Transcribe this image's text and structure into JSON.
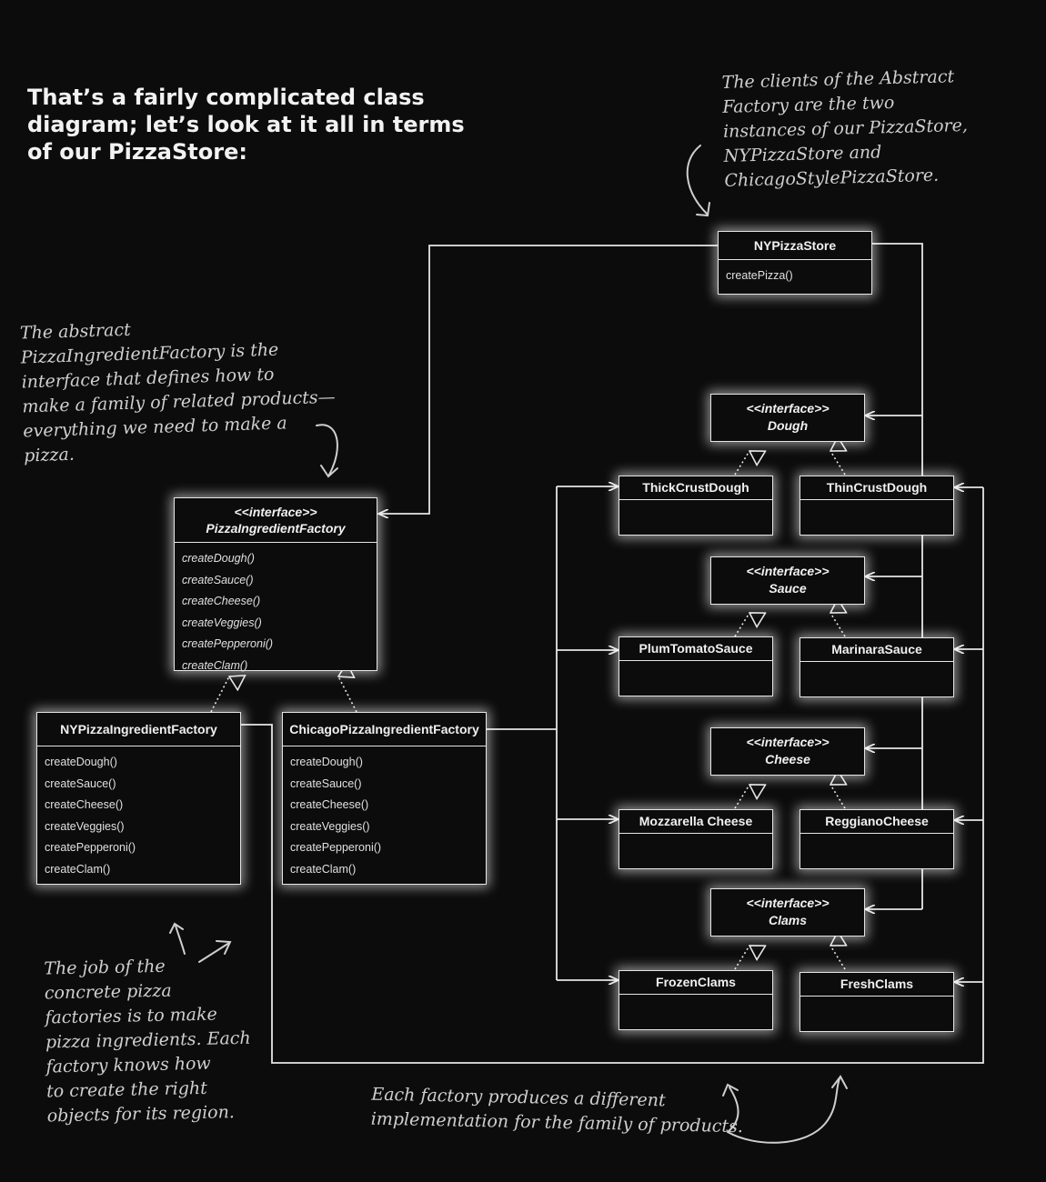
{
  "heading": "That’s a fairly complicated class diagram; let’s look at it all in terms of our PizzaStore:",
  "notes": {
    "clients": "The clients of the Abstract\nFactory are the two\ninstances of our PizzaStore,\nNYPizzaStore and\nChicagoStylePizzaStore.",
    "abstract": "The abstract\nPizzaIngredientFactory is the\ninterface that defines how to\nmake a family of related products—\neverything we need to make a pizza.",
    "concrete": "The job of the\nconcrete pizza\nfactories is to make\npizza ingredients. Each\nfactory knows how\nto create the right\nobjects for its region.",
    "each_factory": "Each factory produces a different\nimplementation for the family of products."
  },
  "store": {
    "name": "NYPizzaStore",
    "methods": [
      "createPizza()"
    ]
  },
  "abstract_factory": {
    "stereotype": "<<interface>>",
    "name": "PizzaIngredientFactory",
    "methods": [
      "createDough()",
      "createSauce()",
      "createCheese()",
      "createVeggies()",
      "createPepperoni()",
      "createClam()"
    ]
  },
  "ny_factory": {
    "name": "NYPizzaIngredientFactory",
    "methods": [
      "createDough()",
      "createSauce()",
      "createCheese()",
      "createVeggies()",
      "createPepperoni()",
      "createClam()"
    ]
  },
  "chicago_factory": {
    "name": "ChicagoPizzaIngredientFactory",
    "methods": [
      "createDough()",
      "createSauce()",
      "createCheese()",
      "createVeggies()",
      "createPepperoni()",
      "createClam()"
    ]
  },
  "product_families": [
    {
      "stereotype": "<<interface>>",
      "name": "Dough",
      "left": "ThickCrustDough",
      "right": "ThinCrustDough"
    },
    {
      "stereotype": "<<interface>>",
      "name": "Sauce",
      "left": "PlumTomatoSauce",
      "right": "MarinaraSauce"
    },
    {
      "stereotype": "<<interface>>",
      "name": "Cheese",
      "left": "Mozzarella Cheese",
      "right": "ReggianoCheese"
    },
    {
      "stereotype": "<<interface>>",
      "name": "Clams",
      "left": "FrozenClams",
      "right": "FreshClams"
    }
  ]
}
